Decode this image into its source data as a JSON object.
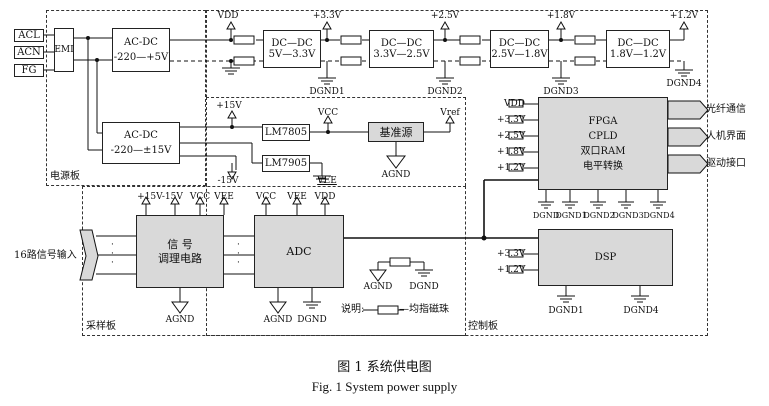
{
  "inputs": [
    "ACL",
    "ACN",
    "FG"
  ],
  "emi": "EMI",
  "acdc1": {
    "line1": "AC-DC",
    "line2": "-220—+5V"
  },
  "acdc2": {
    "line1": "AC-DC",
    "line2": "-220—±15V"
  },
  "dcdc": [
    {
      "line1": "DC—DC",
      "line2": "5V—3.3V"
    },
    {
      "line1": "DC—DC",
      "line2": "3.3V—2.5V"
    },
    {
      "line1": "DC—DC",
      "line2": "2.5V—1.8V"
    },
    {
      "line1": "DC—DC",
      "line2": "1.8V—1.2V"
    }
  ],
  "top_rails": [
    "VDD",
    "+3.3V",
    "+2.5V",
    "+1.8V",
    "+1.2V"
  ],
  "top_grounds": [
    "DGND1",
    "DGND2",
    "DGND3",
    "DGND4"
  ],
  "reg1": "LM7805",
  "reg2": "LM7905",
  "ref": "基准源",
  "labels": {
    "p15": "+15V",
    "m15": "-15V",
    "vcc": "VCC",
    "vee": "VEE",
    "vref": "Vref",
    "agnd": "AGND",
    "dgnd": "DGND",
    "pm15": "+15V-15V",
    "vdd": "VDD"
  },
  "boards": {
    "power": "电源板",
    "sample": "采样板",
    "control": "控制板"
  },
  "fpga": {
    "lines": [
      "FPGA",
      "CPLD",
      "双口RAM",
      "电平转换"
    ],
    "inputs": [
      "VDD",
      "+3.3V",
      "+2.5V",
      "+1.8V",
      "+1.2V"
    ],
    "grounds": [
      "DGND",
      "DGND1",
      "DGND2",
      "DGND3",
      "DGND4"
    ]
  },
  "outputs": [
    "光纤通信",
    "人机界面",
    "驱动接口"
  ],
  "dsp": {
    "label": "DSP",
    "inputs": [
      "+3.3V",
      "+1.2V"
    ],
    "grounds": [
      "DGND1",
      "DGND4"
    ]
  },
  "signal_input": "16路信号输入",
  "cond": {
    "line1": "信  号",
    "line2": "调理电路"
  },
  "adc": "ADC",
  "legend": "说明:",
  "legend_text": "—均指磁珠",
  "caption_cn": "图 1    系统供电图",
  "caption_en": "Fig. 1    System power supply"
}
